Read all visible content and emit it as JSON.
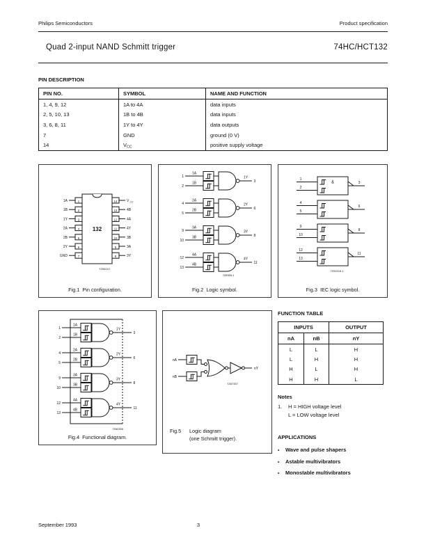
{
  "page": {
    "header_left": "Philips Semiconductors",
    "header_right": "Product specification",
    "title": "Quad 2-input NAND Schmitt trigger",
    "part_number": "74HC/HCT132",
    "footer_date": "September 1993",
    "footer_page": "3"
  },
  "pin_description": {
    "heading": "PIN DESCRIPTION",
    "columns": [
      "PIN NO.",
      "SYMBOL",
      "NAME AND FUNCTION"
    ],
    "rows": [
      {
        "pin": "1, 4, 9, 12",
        "symbol": "1A to 4A",
        "function": "data inputs"
      },
      {
        "pin": "2, 5, 10, 13",
        "symbol": "1B to 4B",
        "function": "data inputs"
      },
      {
        "pin": "3, 6, 8, 11",
        "symbol": "1Y to 4Y",
        "function": "data outputs"
      },
      {
        "pin": "7",
        "symbol": "GND",
        "function": "ground (0 V)"
      },
      {
        "pin": "14",
        "symbol": "V",
        "symbol_sub": "CC",
        "function": "positive supply voltage"
      }
    ]
  },
  "fig1": {
    "caption": "Fig.1  Pin configuration.",
    "chip_label": "132",
    "code": "7Z90212",
    "left_pins": [
      {
        "num": "1",
        "label": "1A"
      },
      {
        "num": "2",
        "label": "1B"
      },
      {
        "num": "3",
        "label": "1Y"
      },
      {
        "num": "4",
        "label": "2A"
      },
      {
        "num": "5",
        "label": "2B"
      },
      {
        "num": "6",
        "label": "2Y"
      },
      {
        "num": "7",
        "label": "GND"
      }
    ],
    "right_pins": [
      {
        "num": "14",
        "label": "V",
        "label_sub": "CC"
      },
      {
        "num": "13",
        "label": "4B"
      },
      {
        "num": "12",
        "label": "4A"
      },
      {
        "num": "11",
        "label": "4Y"
      },
      {
        "num": "10",
        "label": "3B"
      },
      {
        "num": "9",
        "label": "3A"
      },
      {
        "num": "8",
        "label": "3Y"
      }
    ]
  },
  "fig2": {
    "caption": "Fig.2  Logic symbol.",
    "code": "7Z8353.1",
    "gates": [
      {
        "a_pin": "1",
        "a_label": "1A",
        "b_pin": "2",
        "b_label": "1B",
        "y_pin": "3",
        "y_label": "1Y"
      },
      {
        "a_pin": "4",
        "a_label": "2A",
        "b_pin": "5",
        "b_label": "2B",
        "y_pin": "6",
        "y_label": "2Y"
      },
      {
        "a_pin": "9",
        "a_label": "3A",
        "b_pin": "10",
        "b_label": "3B",
        "y_pin": "8",
        "y_label": "3Y"
      },
      {
        "a_pin": "12",
        "a_label": "4A",
        "b_pin": "13",
        "b_label": "4B",
        "y_pin": "11",
        "y_label": "4Y"
      }
    ]
  },
  "fig3": {
    "caption": "Fig.3  IEC logic symbol.",
    "amp": "&",
    "code": "7Z92216.1",
    "gates": [
      {
        "a_pin": "1",
        "b_pin": "2",
        "y_pin": "3"
      },
      {
        "a_pin": "4",
        "b_pin": "5",
        "y_pin": "6"
      },
      {
        "a_pin": "9",
        "b_pin": "10",
        "y_pin": "8"
      },
      {
        "a_pin": "12",
        "b_pin": "13",
        "y_pin": "11"
      }
    ]
  },
  "fig4": {
    "caption": "Fig.4  Functional diagram.",
    "code": "7Z60306",
    "gates": [
      {
        "a_pin": "1",
        "a_label": "1A",
        "b_pin": "2",
        "b_label": "1B",
        "y_pin": "3",
        "y_label": "1Y"
      },
      {
        "a_pin": "4",
        "a_label": "2A",
        "b_pin": "5",
        "b_label": "2B",
        "y_pin": "6",
        "y_label": "2Y"
      },
      {
        "a_pin": "9",
        "a_label": "3A",
        "b_pin": "10",
        "b_label": "3B",
        "y_pin": "8",
        "y_label": "3Y"
      },
      {
        "a_pin": "12",
        "a_label": "4A",
        "b_pin": "13",
        "b_label": "4B",
        "y_pin": "11",
        "y_label": "4Y"
      }
    ]
  },
  "fig5": {
    "caption_label": "Fig.5",
    "caption_line1": "Logic diagram",
    "caption_line2": "(one Schmitt trigger).",
    "code": "7Z67337",
    "input_a": "nA",
    "input_b": "nB",
    "output": "nY"
  },
  "function_table": {
    "heading": "FUNCTION TABLE",
    "inputs_header": "INPUTS",
    "output_header": "OUTPUT",
    "col_a": "nA",
    "col_b": "nB",
    "col_y": "nY",
    "rows": [
      [
        "L",
        "L",
        "H"
      ],
      [
        "L",
        "H",
        "H"
      ],
      [
        "H",
        "L",
        "H"
      ],
      [
        "H",
        "H",
        "L"
      ]
    ]
  },
  "notes": {
    "heading": "Notes",
    "number": "1.",
    "line1": "H = HIGH voltage level",
    "line2": "L = LOW voltage level"
  },
  "applications": {
    "heading": "APPLICATIONS",
    "bullet": "•",
    "items": [
      "Wave and pulse shapers",
      "Astable multivibrators",
      "Monostable multivibrators"
    ]
  }
}
